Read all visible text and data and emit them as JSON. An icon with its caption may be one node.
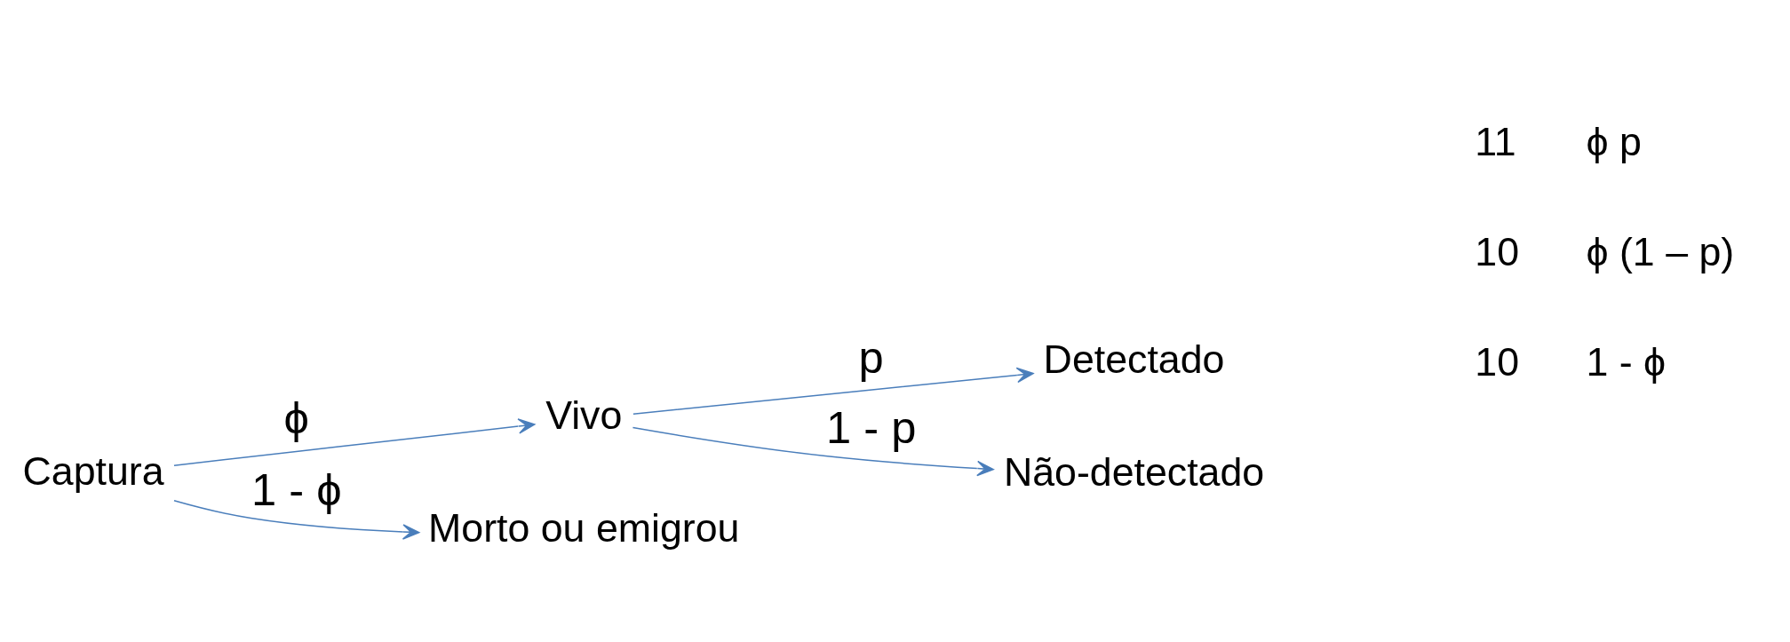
{
  "diagram": {
    "nodes": [
      {
        "text": [
          "Captura"
        ]
      },
      {
        "text": [
          "Vivo"
        ]
      },
      {
        "text": [
          "Morto ou emigrou"
        ]
      },
      {
        "text": [
          "Detectado"
        ]
      },
      {
        "text": [
          "Não-detectado"
        ]
      }
    ],
    "edges": [
      {
        "from": 0,
        "to": 1,
        "arrow": "to",
        "label": "ϕ"
      },
      {
        "from": 0,
        "to": 2,
        "arrow": "to",
        "label": "1 - ϕ"
      },
      {
        "from": 1,
        "to": 3,
        "arrow": "to",
        "label": "p"
      },
      {
        "from": 1,
        "to": 4,
        "arrow": "to",
        "label": "1 - p"
      }
    ],
    "labels": [
      "11",
      "ϕ p",
      "10",
      "ϕ (1 – p)",
      "10",
      "1 - ϕ"
    ]
  }
}
